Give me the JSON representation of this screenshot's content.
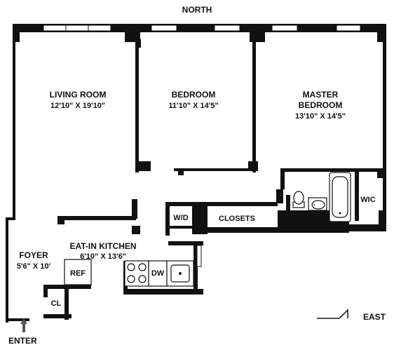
{
  "compass": {
    "north": "NORTH",
    "east": "EAST",
    "enter": "ENTER"
  },
  "rooms": {
    "living": {
      "name": "LIVING ROOM",
      "dims": "12'10\" X 19'10\""
    },
    "bedroom": {
      "name": "BEDROOM",
      "dims": "11'10\" X 14'5\""
    },
    "master": {
      "name_line1": "MASTER",
      "name_line2": "BEDROOM",
      "dims": "13'10\" X 14'5\""
    },
    "foyer": {
      "name": "FOYER",
      "dims": "5'6\" X 10'"
    },
    "kitchen": {
      "name": "EAT-IN KITCHEN",
      "dims": "6'10\" X 13'6\""
    }
  },
  "labels": {
    "wic": "WIC",
    "closets": "CLOSETS",
    "wd": "W/D",
    "ref": "REF",
    "dw": "DW",
    "cl": "CL"
  }
}
